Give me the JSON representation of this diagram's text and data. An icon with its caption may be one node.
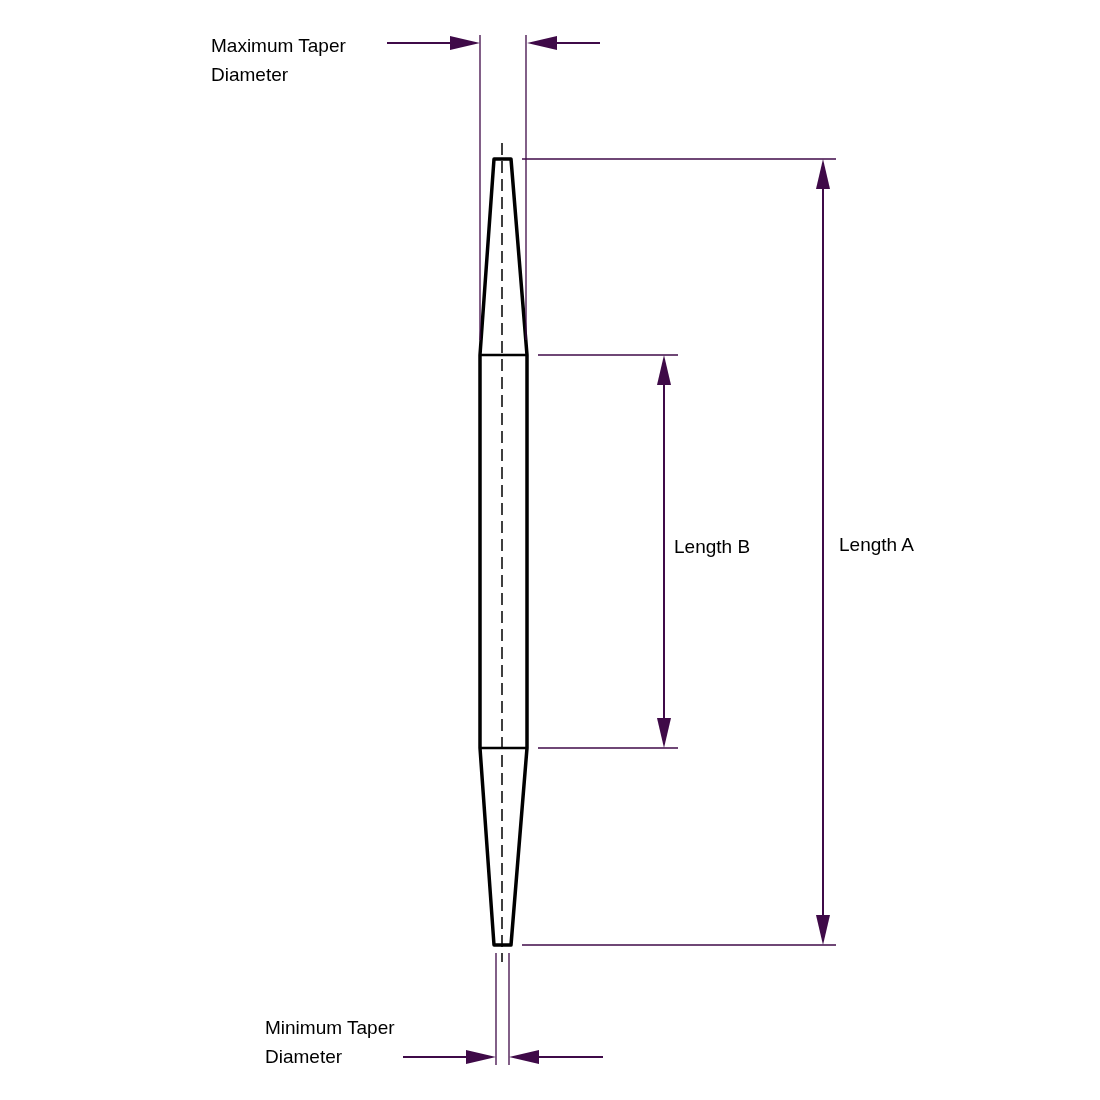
{
  "diagram": {
    "labels": [
      "Maximum Taper Diameter",
      "Length B",
      "Length A",
      "Minimum Taper Diameter"
    ]
  }
}
